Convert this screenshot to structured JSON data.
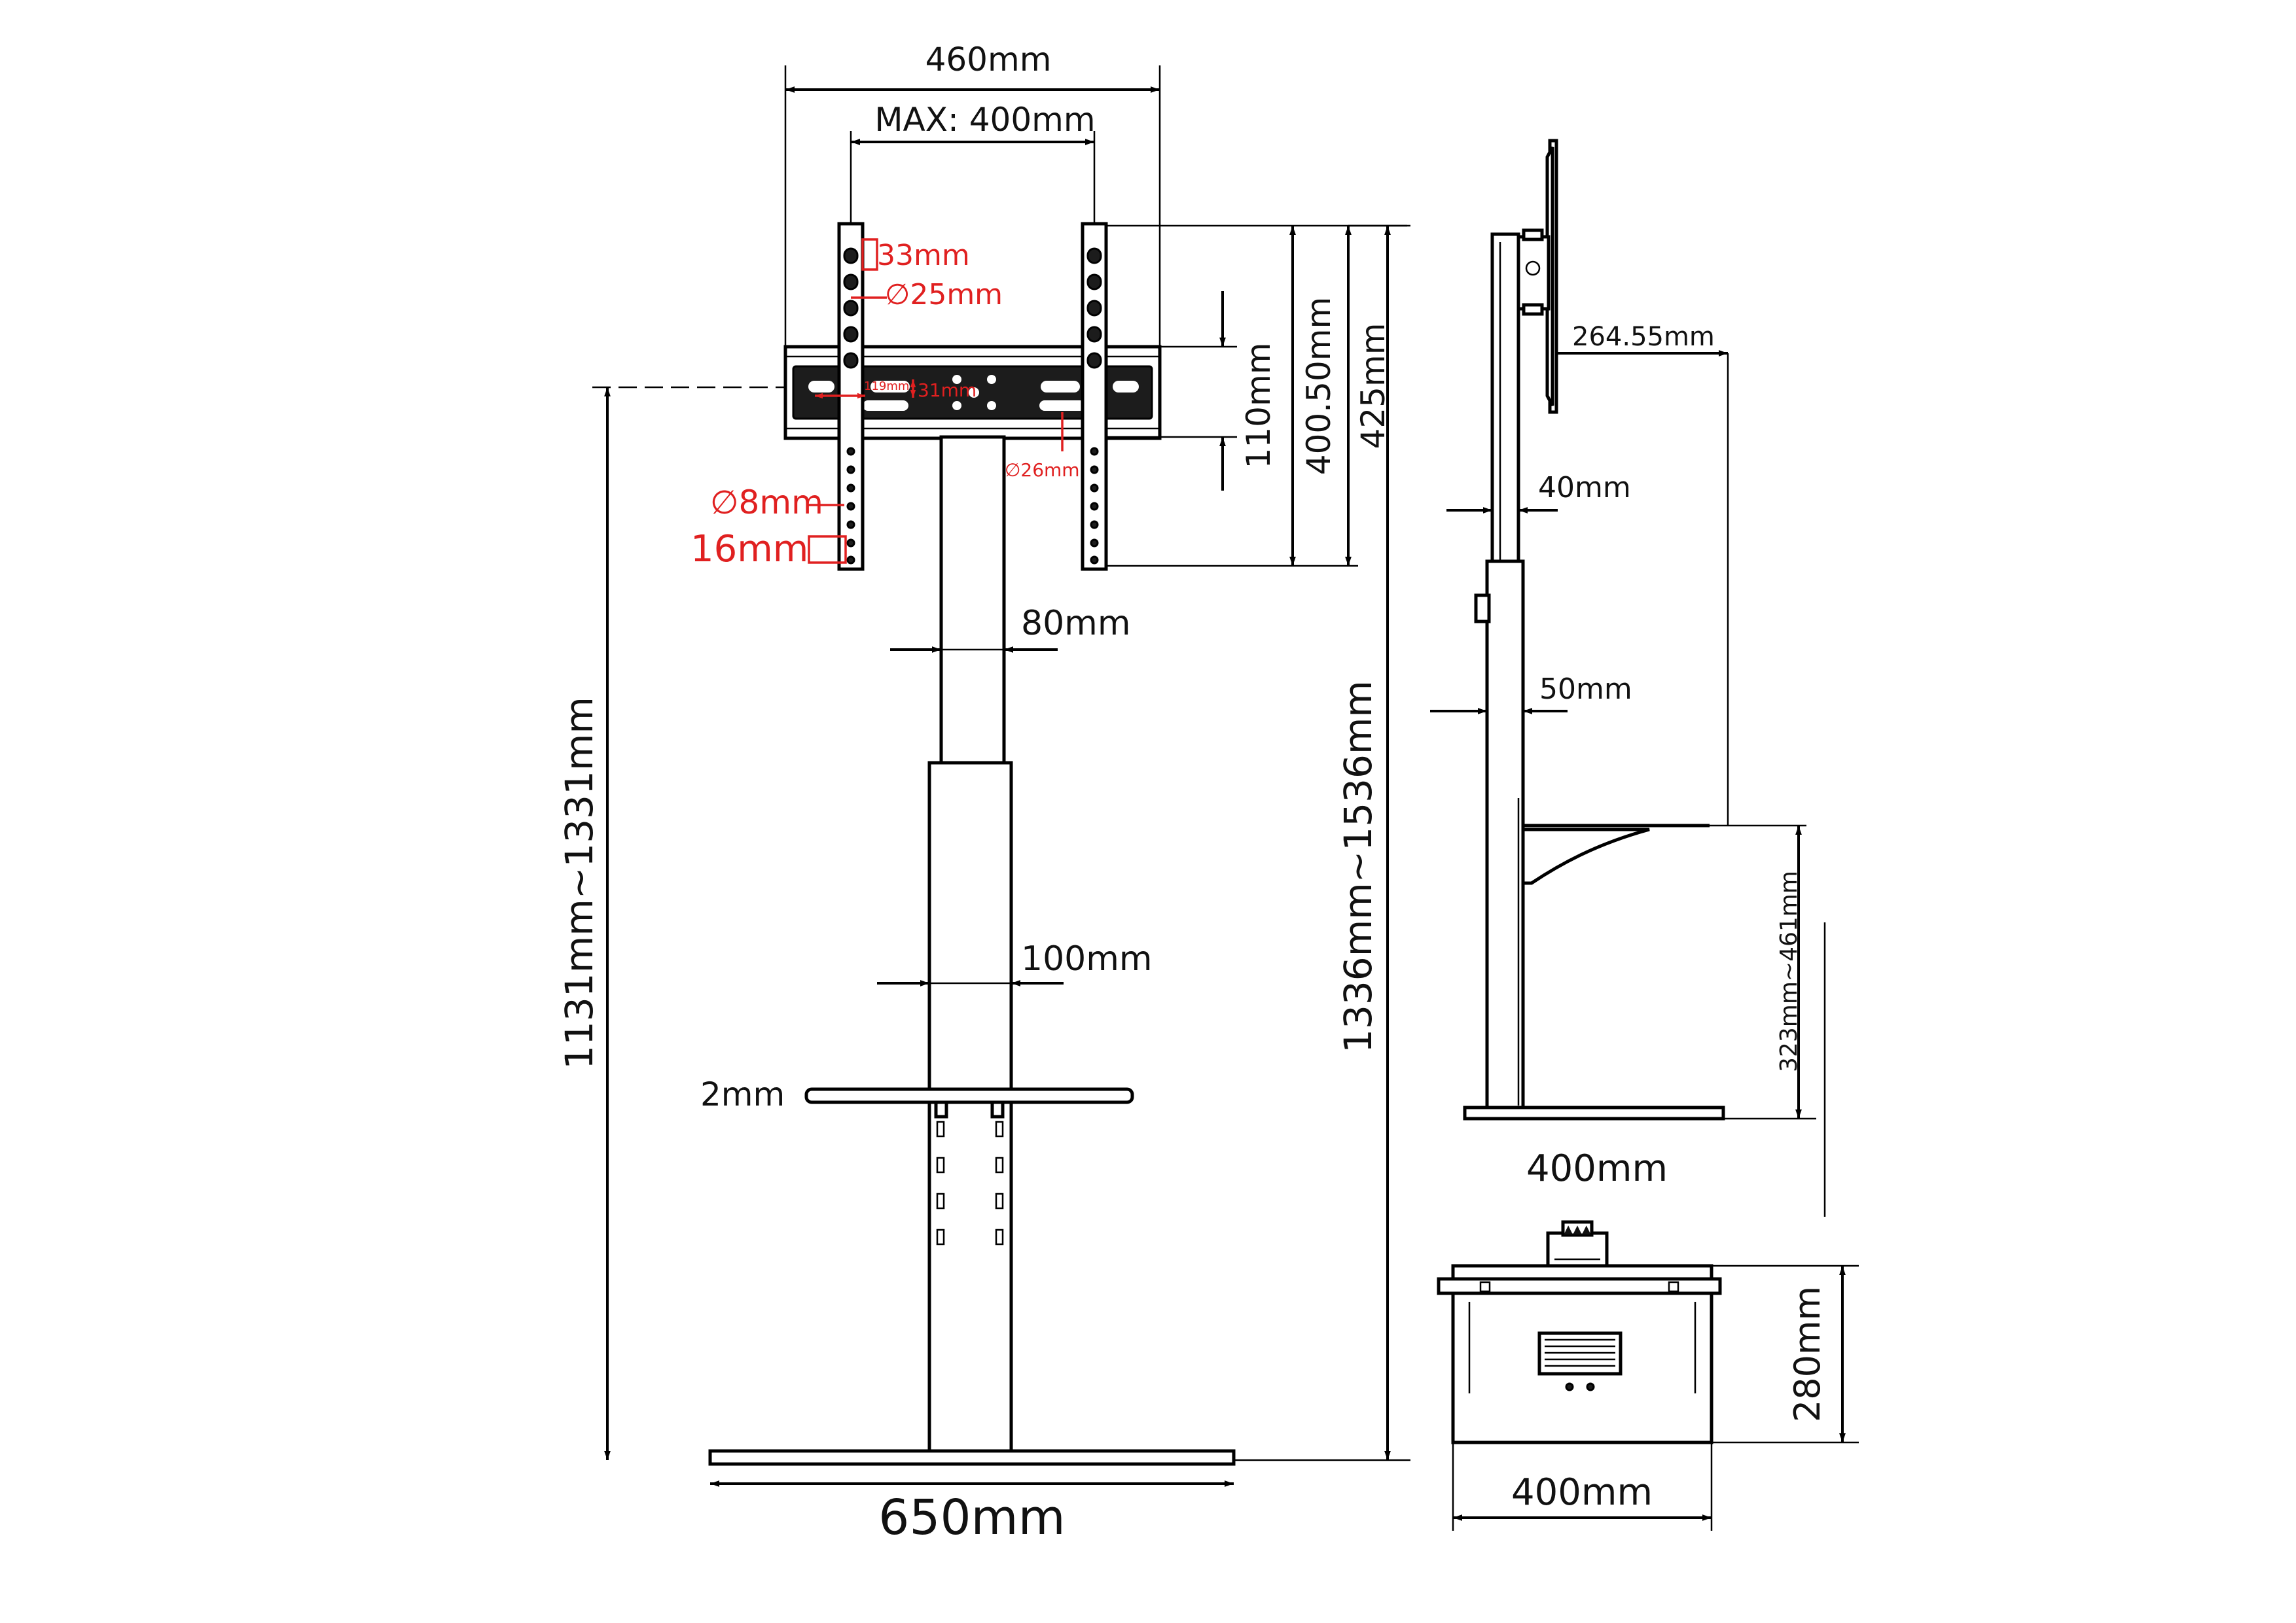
{
  "front_view": {
    "width_outer": "460mm",
    "vesa_max": "MAX: 400mm",
    "slot_spacing": "33mm",
    "slot_hole": "∅25mm",
    "slot_width": "119mm",
    "slot_height": "31mm",
    "center_hole": "∅26mm",
    "small_hole": "∅8mm",
    "hole_pitch": "16mm",
    "bracket_height": "110mm",
    "plate_height": "400.50mm",
    "plate_total": "425mm",
    "upper_pole": "80mm",
    "lower_pole": "100mm",
    "shelf_thickness": "2mm",
    "base_width": "650mm",
    "height_range_left": "1131mm~1331mm",
    "height_range_right": "1336mm~1536mm"
  },
  "side_view": {
    "tilt_offset": "264.55mm",
    "upper_pole": "40mm",
    "lower_pole": "50mm",
    "shelf_range": "323mm~461mm",
    "base_depth": "400mm"
  },
  "top_view": {
    "depth": "280mm",
    "width": "400mm"
  }
}
